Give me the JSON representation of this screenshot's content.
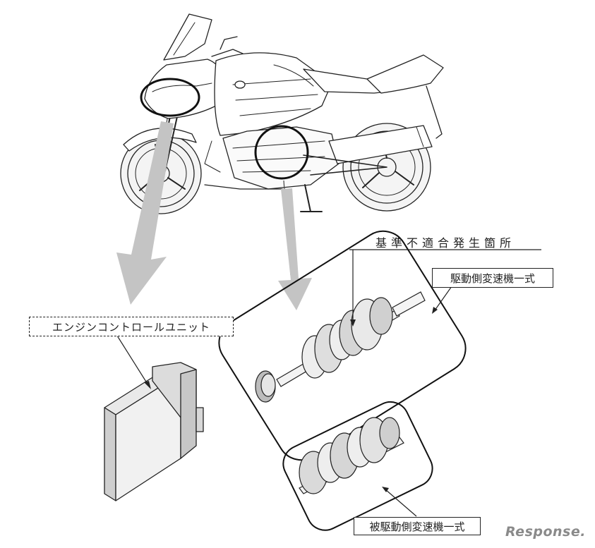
{
  "labels": {
    "defect_location": "基準不適合発生箇所",
    "drive_transmission": "駆動側変速機一式",
    "ecu": "エンジンコントロールユニット",
    "driven_transmission": "被駆動側変速機一式"
  },
  "watermark": "Response."
}
